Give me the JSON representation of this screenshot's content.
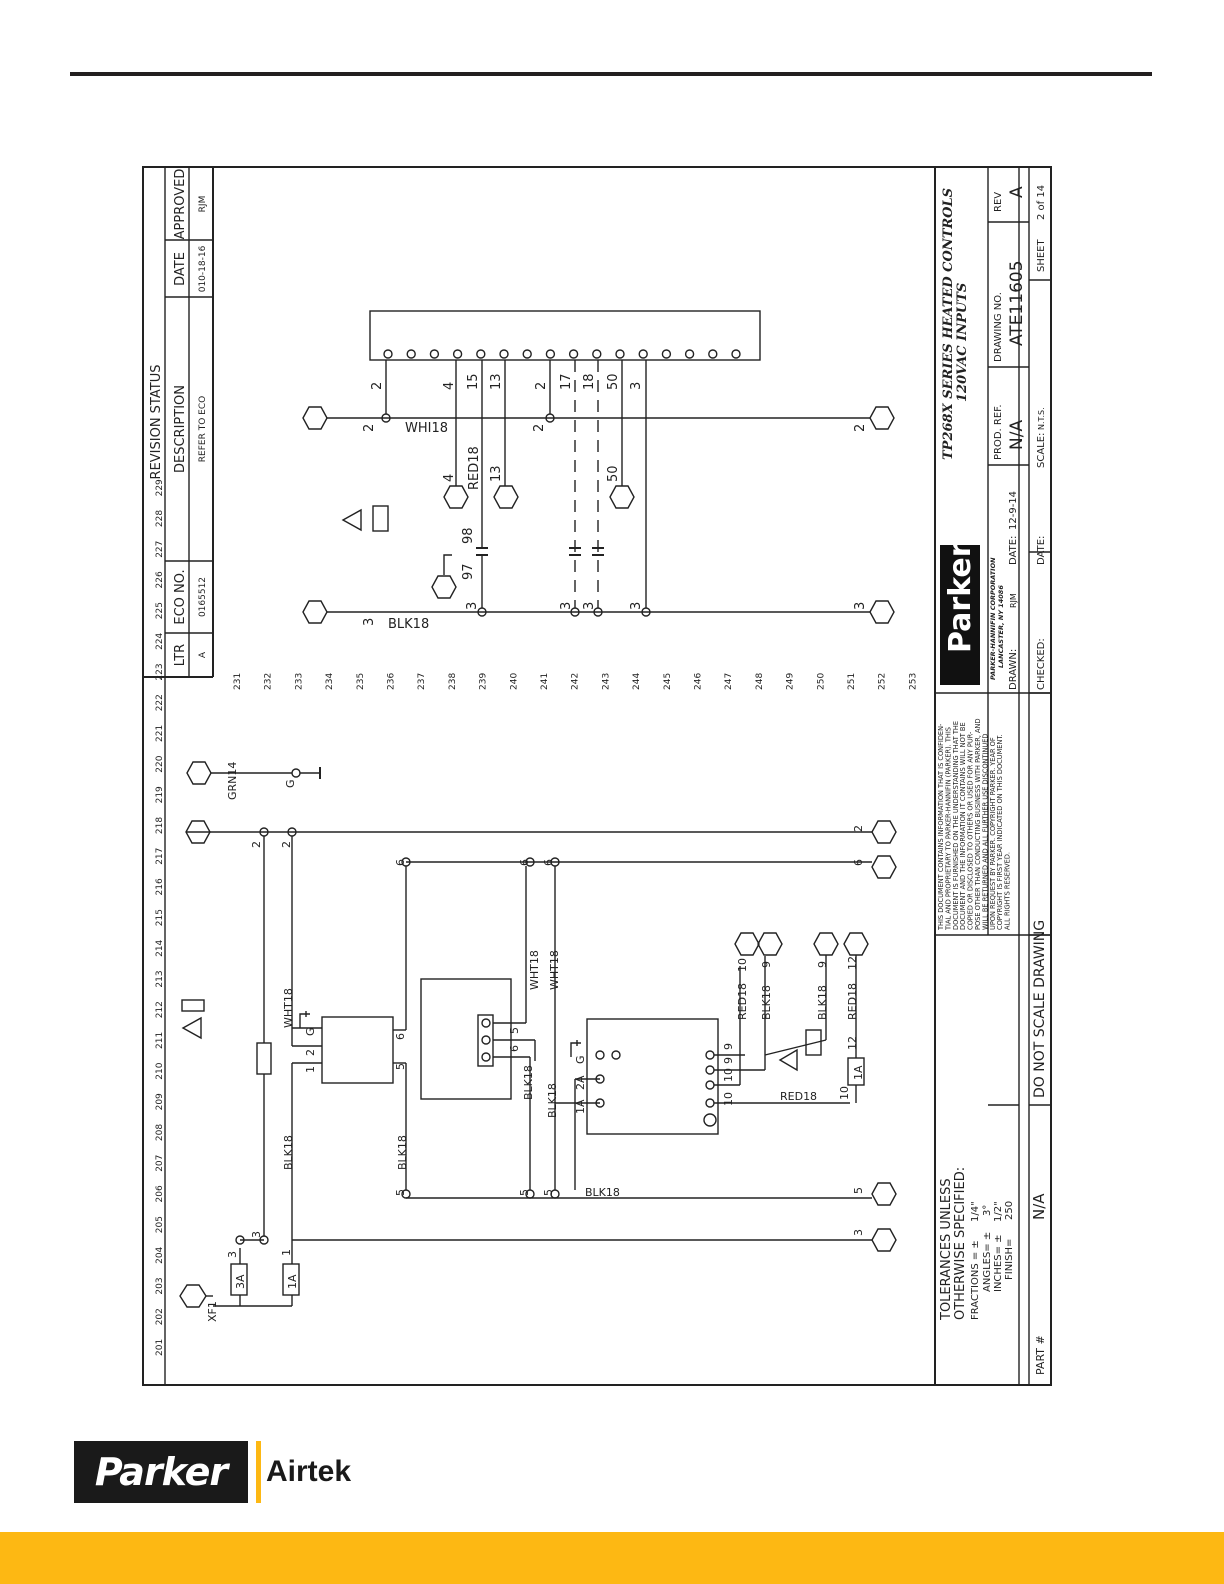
{
  "rev": {
    "title": "REVISION STATUS",
    "headers": [
      "LTR",
      "ECO NO.",
      "DESCRIPTION",
      "DATE",
      "APPROVED"
    ],
    "row": [
      "A",
      "0165512",
      "REFER TO ECO",
      "010-18-16",
      "RJM"
    ]
  },
  "lines_left": [
    "201",
    "202",
    "203",
    "204",
    "205",
    "206",
    "207",
    "208",
    "209",
    "210",
    "211",
    "212",
    "213",
    "214",
    "215",
    "216",
    "217",
    "218",
    "219",
    "220",
    "221",
    "222",
    "223",
    "224",
    "225",
    "226",
    "227",
    "228",
    "229"
  ],
  "lines_right": [
    "231",
    "232",
    "233",
    "234",
    "235",
    "236",
    "237",
    "238",
    "239",
    "240",
    "241",
    "242",
    "243",
    "244",
    "245",
    "246",
    "247",
    "248",
    "249",
    "250",
    "251",
    "252",
    "253"
  ],
  "wires": {
    "blk18": "BLK18",
    "wht18": "WHT18",
    "red18": "RED18",
    "grn14": "GRN14",
    "whi18": "WHI18"
  },
  "terms": {
    "xf1": "XF1",
    "g": "G",
    "n1": "1",
    "n2": "2",
    "n3": "3",
    "n4": "4",
    "n5": "5",
    "n6": "6",
    "n9": "9",
    "n10": "10",
    "n12": "12",
    "n13": "13",
    "n15": "15",
    "n17": "17",
    "n18": "18",
    "n50": "50",
    "n97": "97",
    "n98": "98",
    "a1": "1A",
    "a2": "2A",
    "a3": "3A"
  },
  "tolerance": {
    "line1": "TOLERANCES UNLESS",
    "line2": "OTHERWISE SPECIFIED:",
    "fractions": "FRACTIONS = ±",
    "fractions_val": "1/4\"",
    "angles": "ANGLES= ±",
    "angles_val": "3°",
    "inches": "INCHES= ±",
    "inches_val": "1/2\"",
    "finish": "FINISH=",
    "finish_val": "250",
    "part_label": "PART #",
    "part_val": "N/A"
  },
  "notice": [
    "THIS DOCUMENT CONTAINS INFORMATION THAT IS CONFIDEN-",
    "TIAL AND PROPRIETARY TO PARKER-HANNIFIN (PARKER). THIS",
    "DOCUMENT IS FURNISHED ON THE UNDERSTANDING THAT THE",
    "DOCUMENT AND THE INFORMATION IT CONTAINS WILL NOT BE",
    "COPIED OR DISCLOSED TO OTHERS OR USED FOR ANY PUR-",
    "POSE OTHER THAN CONDUCTING BUSINESS WITH PARKER, AND",
    "WILL BE RETURNED AND ALL FURTHER USE DISCONTINUED",
    "UPON REQUEST BY PARKER. COPYRIGHT PARKER. YEAR OF",
    "COPYRIGHT IS FIRST YEAR INDICATED ON THIS DOCUMENT.",
    "ALL RIGHTS RESERVED."
  ],
  "no_scale": "DO NOT SCALE DRAWING",
  "corp": {
    "logo": "Parker",
    "name": "PARKER-HANNIFIN CORPORATION",
    "city": "LANCASTER, NY  14086"
  },
  "drawn": {
    "label": "DRAWN:",
    "val": "RJM",
    "date_label": "DATE:",
    "date_val": "12-9-14",
    "checked": "CHECKED:",
    "date2": "DATE:"
  },
  "title_line1": "TP268X SERIES HEATED CONTROLS",
  "title_line2": "120VAC INPUTS",
  "prod_ref": {
    "label": "PROD. REF.",
    "val": "N/A"
  },
  "dwg": {
    "label": "DRAWING NO.",
    "val": "ATE11605"
  },
  "rev_block": {
    "label": "REV",
    "val": "A"
  },
  "scale": {
    "label": "SCALE:",
    "val": "N.T.S."
  },
  "sheet": {
    "label": "SHEET",
    "val": "2 of 14"
  },
  "brand": {
    "parker": "Parker",
    "airtek": "Airtek"
  },
  "colors": {
    "accent": "#fdb813",
    "ink": "#231f20"
  }
}
